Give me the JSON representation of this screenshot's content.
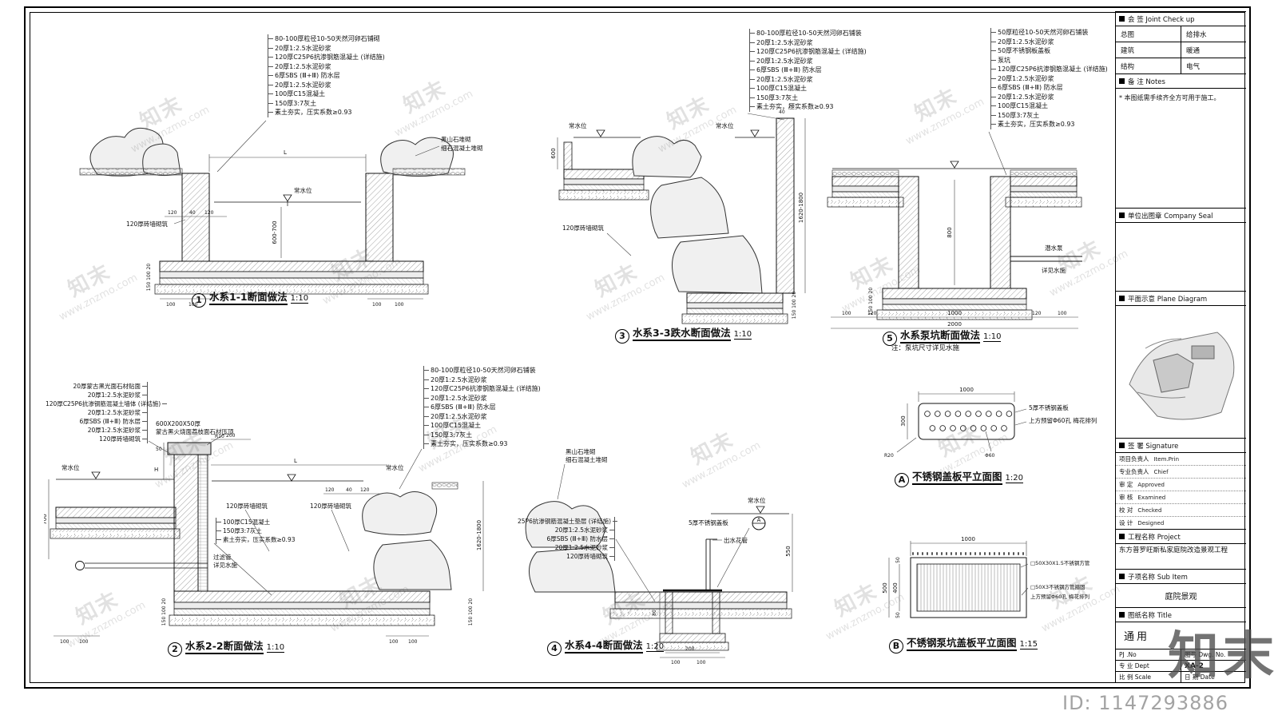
{
  "watermark": {
    "brand": "知末",
    "url": "www.znzmo.com",
    "logo": "知末",
    "id_text": "ID: 1147293886"
  },
  "d1": {
    "num": "1",
    "title": "水系1-1断面做法",
    "scale": "1:10",
    "notes": [
      "80-100厚粒径10-50天然河卵石铺砌",
      "20厚1:2.5水泥砂浆",
      "120厚C25P6抗渗钢筋混凝土 (详结施)",
      "20厚1:2.5水泥砂浆",
      "6厚SBS (Ⅲ+Ⅲ) 防水层",
      "20厚1:2.5水泥砂浆",
      "100厚C15混凝土",
      "150厚3:7灰土",
      "素土夯实，压实系数≥0.93"
    ],
    "water_label": "常水位",
    "rock1": "黑山石堆砌",
    "rock2": "细石混凝土堆砌",
    "brick": "120厚砖墙砌筑",
    "dims": {
      "span": "L",
      "depth": "600-700",
      "w1": "120",
      "w2": "40",
      "w3": "120",
      "stack": "150 100 20",
      "f1": "100",
      "f2": "100",
      "f3": "100",
      "f4": "100"
    }
  },
  "d3": {
    "num": "3",
    "title": "水系3-3跌水断面做法",
    "scale": "1:10",
    "notes": [
      "80-100厚粒径10-50天然河卵石铺装",
      "20厚1:2.5水泥砂浆",
      "120厚C25P6抗渗钢筋混凝土 (详结施)",
      "20厚1:2.5水泥砂浆",
      "6厚SBS (Ⅲ+Ⅲ) 防水层",
      "20厚1:2.5水泥砂浆",
      "100厚C15混凝土",
      "150厚3:7灰土",
      "素土夯实，压实系数≥0.93"
    ],
    "water_label": "常水位",
    "water_label2": "常水位",
    "brick": "120厚砖墙砌筑",
    "dims": {
      "h600": "600",
      "deep": "1620-1800",
      "stack": "150 100 20",
      "w40": "40",
      "w20": "20"
    }
  },
  "d5": {
    "num": "5",
    "title": "水系泵坑断面做法",
    "scale": "1:10",
    "note": "注：泵坑尺寸详见水施",
    "notes": [
      "50厚粒径10-50天然河卵石铺装",
      "20厚1:2.5水泥砂浆",
      "50厚不锈钢板盖板",
      "泵坑",
      "120厚C25P6抗渗钢筋混凝土 (详结施)",
      "20厚1:2.5水泥砂浆",
      "6厚SBS (Ⅲ+Ⅲ) 防水层",
      "20厚1:2.5水泥砂浆",
      "100厚C15混凝土",
      "150厚3:7灰土",
      "素土夯实，压实系数≥0.93"
    ],
    "pump1": "潜水泵",
    "pump2": "详见水施",
    "dims": {
      "d800": "800",
      "d1000": "1000",
      "d2000": "2000",
      "stack": "150 100 20",
      "c1": "100",
      "c2": "120",
      "c3": "120",
      "c4": "100"
    }
  },
  "d2": {
    "num": "2",
    "title": "水系2-2断面做法",
    "scale": "1:10",
    "notes_left": [
      "20厚蒙古黑光面石材贴面",
      "20厚1:2.5水泥砂浆",
      "120厚C25P6抗渗钢筋混凝土墙体 (详结施)",
      "20厚1:2.5水泥砂浆",
      "6厚SBS (Ⅲ+Ⅲ) 防水层",
      "20厚1:2.5水泥砂浆",
      "120厚砖墙砌筑"
    ],
    "coping1": "600X200X50厚",
    "coping2": "蒙古黑火烧面荔枝面石材压顶",
    "notes_right": [
      "80-100厚粒径10-50天然河卵石铺装",
      "20厚1:2.5水泥砂浆",
      "120厚C25P6抗渗钢筋混凝土 (详结施)",
      "20厚1:2.5水泥砂浆",
      "6厚SBS (Ⅲ+Ⅲ) 防水层",
      "20厚1:2.5水泥砂浆",
      "100厚C15混凝土",
      "150厚3:7灰土",
      "素土夯实，压实系数≥0.93"
    ],
    "notes_mid": [
      "100厚C15混凝土",
      "150厚3:7灰土",
      "素土夯实，压实系数≥0.93"
    ],
    "filter1": "过滤管",
    "filter2": "详见水施",
    "brick1": "120厚砖墙砌筑",
    "brick2": "120厚砖墙砌筑",
    "water_label": "常水位",
    "water_label2": "常水位",
    "dims": {
      "d700": "700",
      "d50": "50",
      "H": "H",
      "R10": "R10",
      "d200": "200",
      "span": "L",
      "w1": "120",
      "w2": "40",
      "w3": "120",
      "deep": "1620-1800",
      "stackL": "150 100 20",
      "stackR": "150 100 20",
      "f1": "100",
      "f2": "100",
      "f3": "100",
      "f4": "100"
    }
  },
  "d4": {
    "num": "4",
    "title": "水系4-4断面做法",
    "scale": "1:20",
    "rock1": "黑山石堆砌",
    "rock2": "细石混凝土堆砌",
    "notes": [
      "25P6抗渗钢筋混凝土垫层 (详结施)",
      "20厚1:2.5水泥砂浆",
      "6厚SBS (Ⅲ+Ⅲ) 防水层",
      "20厚1:2.5水泥砂浆",
      "120厚砖墙砌筑"
    ],
    "cover_label": "5厚不锈钢盖板",
    "pipe_label": "出水花管",
    "water_label": "常水位",
    "marker": "A",
    "dims": {
      "d550": "550",
      "d80": "80",
      "d200": "200",
      "f1": "100",
      "f2": "100"
    }
  },
  "dA": {
    "letter": "A",
    "title": "不锈钢盖板平立面图",
    "scale": "1:20",
    "label1": "5厚不锈钢盖板",
    "label2": "上方预留Φ60孔 梅花排列",
    "phi": "Φ60",
    "dims": {
      "w": "1000",
      "h": "300",
      "r": "R20"
    }
  },
  "dB": {
    "letter": "B",
    "title": "不锈钢泵坑盖板平立面图",
    "scale": "1:15",
    "label1": "□50X30X1.5不锈钢方管",
    "label2": "□50X3不锈钢方管箍固",
    "label3": "上方预留Φ60孔 梅花排列",
    "dims": {
      "w": "1000",
      "h1": "500",
      "h2": "400",
      "t1": "50",
      "t2": "50"
    }
  },
  "titleblock": {
    "joint_header": "会 签  Joint Check up",
    "joint_rows": [
      [
        "总图",
        "给排水"
      ],
      [
        "建筑",
        "暖通"
      ],
      [
        "结构",
        "电气"
      ]
    ],
    "notes_header": "备 注  Notes",
    "notes_text": "* 本图纸需手续齐全方可用于施工。",
    "seal_header": "单位出图章  Company Seal",
    "plan_header": "平面示意  Plane Diagram",
    "sign_header": "签 署  Signature",
    "sign_rows": [
      [
        "项目负责人",
        "Item.Prin"
      ],
      [
        "专业负责人",
        "Chief"
      ],
      [
        "审 定",
        "Approved"
      ],
      [
        "审 核",
        "Examined"
      ],
      [
        "校 对",
        "Checked"
      ],
      [
        "设 计",
        "Designed"
      ]
    ],
    "project_header": "工程名称  Project",
    "project_name": "东方普罗旺斯私家庭院改造景观工程",
    "subitem_header": "子项名称  Sub Item",
    "subitem_name": "庭院景观",
    "sheet_header": "图纸名称  Title",
    "sheet_name": "通用",
    "bottom": {
      "pj": "PJ .No",
      "dwg": "图号  Dwg. No.",
      "no": "XA-2",
      "dept": "专 业  Dept",
      "scale": "比 例  Scale",
      "date": "日 期  Date"
    }
  }
}
